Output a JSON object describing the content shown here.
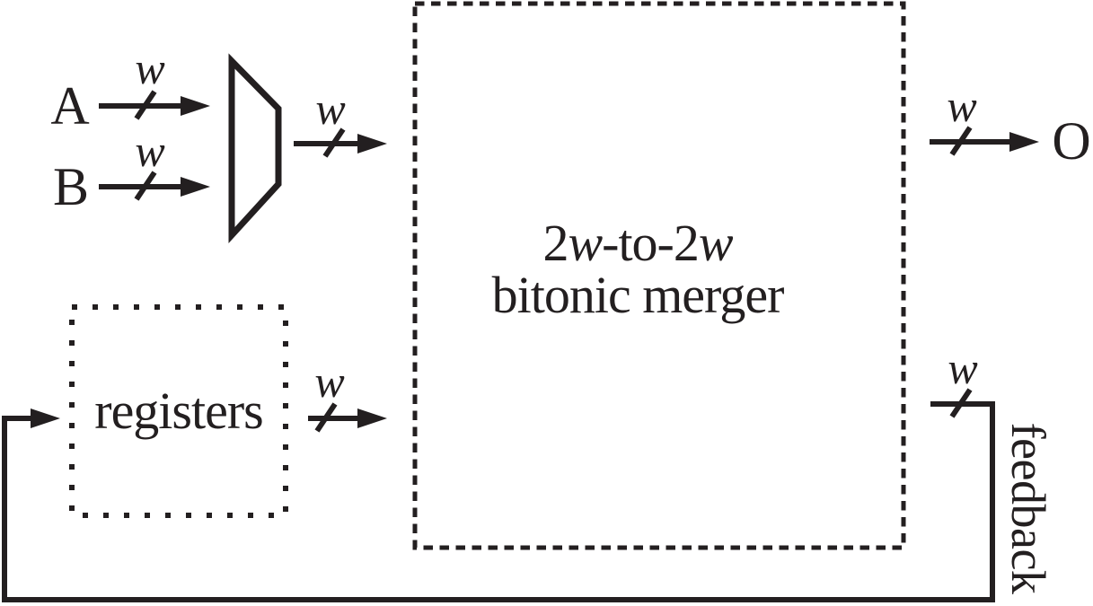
{
  "colors": {
    "ink": "#231f20",
    "background": "#ffffff"
  },
  "inputs": {
    "a": "A",
    "b": "B"
  },
  "output_label": "O",
  "bus_width_label": "w",
  "merger": {
    "line1": {
      "p0": "2",
      "p1": "w",
      "p2": "-to-2",
      "p3": "w"
    },
    "line2": "bitonic merger"
  },
  "registers_label": "registers",
  "feedback_label": "feedback"
}
